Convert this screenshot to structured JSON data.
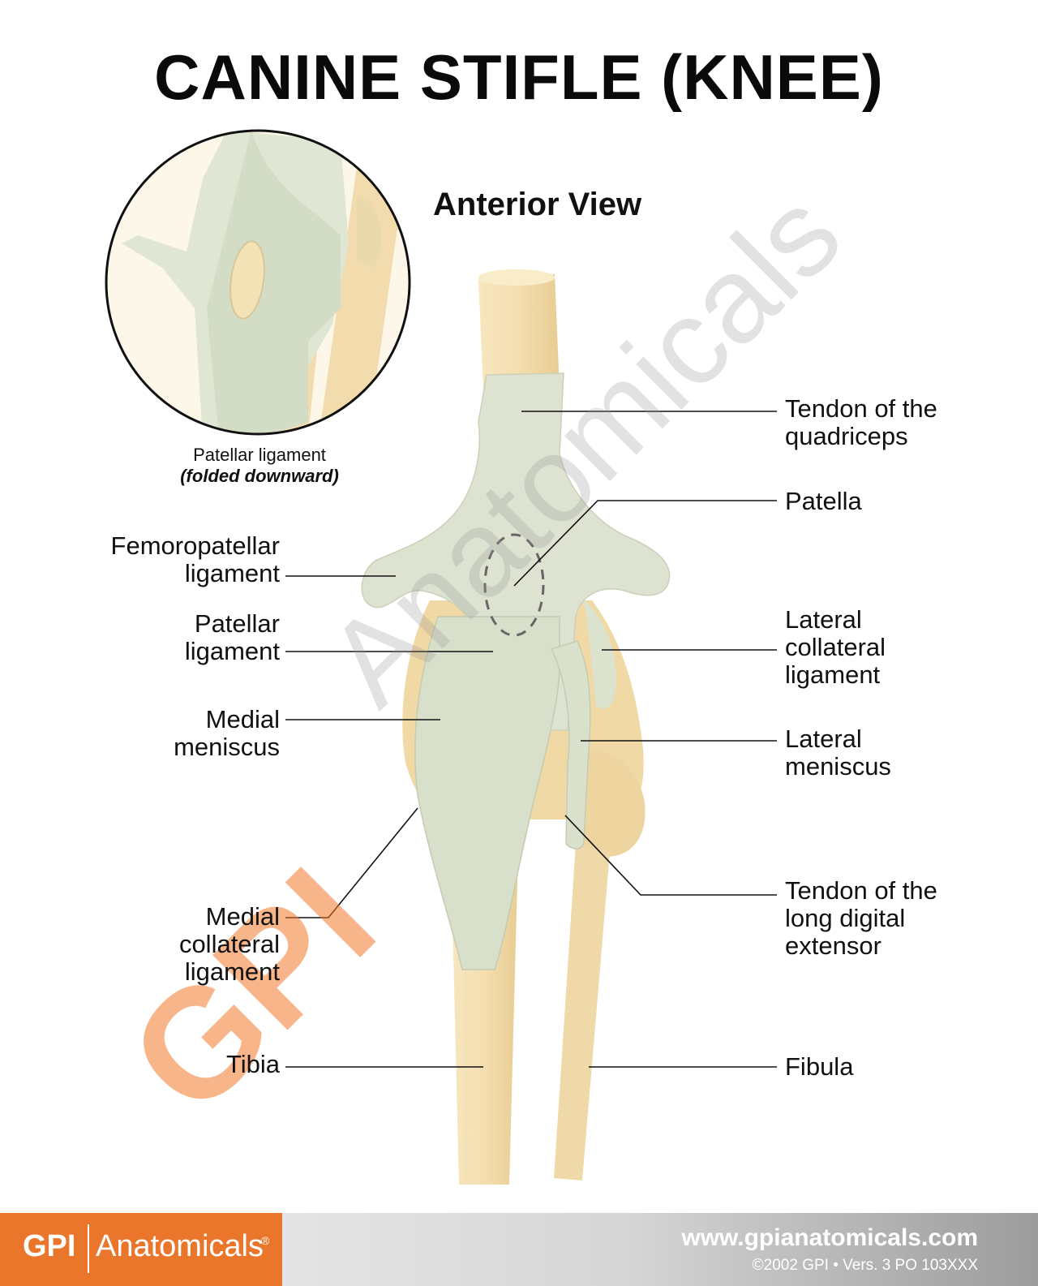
{
  "title": "CANINE STIFLE (KNEE)",
  "subtitle": "Anterior View",
  "inset": {
    "caption_line1": "Patellar ligament",
    "caption_line2": "(folded downward)"
  },
  "labels_left": {
    "femoropatellar": [
      "Femoropatellar",
      "ligament"
    ],
    "patellar": [
      "Patellar",
      "ligament"
    ],
    "medial_meniscus": [
      "Medial",
      "meniscus"
    ],
    "medial_collateral": [
      "Medial",
      "collateral",
      "ligament"
    ],
    "tibia": [
      "Tibia"
    ]
  },
  "labels_right": {
    "quadriceps": [
      "Tendon of the",
      "quadriceps"
    ],
    "patella": [
      "Patella"
    ],
    "lateral_collateral": [
      "Lateral",
      "collateral",
      "ligament"
    ],
    "lateral_meniscus": [
      "Lateral",
      "meniscus"
    ],
    "long_digital": [
      "Tendon of the",
      "long digital",
      "extensor"
    ],
    "fibula": [
      "Fibula"
    ]
  },
  "watermark": {
    "logo_text": "GPI",
    "text": "Anatomicals"
  },
  "footer": {
    "brand_gpi": "GPI",
    "brand_name": "Anatomicals",
    "brand_reg": "®",
    "url": "www.gpianatomicals.com",
    "copyright": "©2002 GPI • Vers. 3 PO 103XXX"
  },
  "colors": {
    "bone": "#f3deb0",
    "ligament": "#dde3d0",
    "brand_orange": "#e9762b"
  }
}
